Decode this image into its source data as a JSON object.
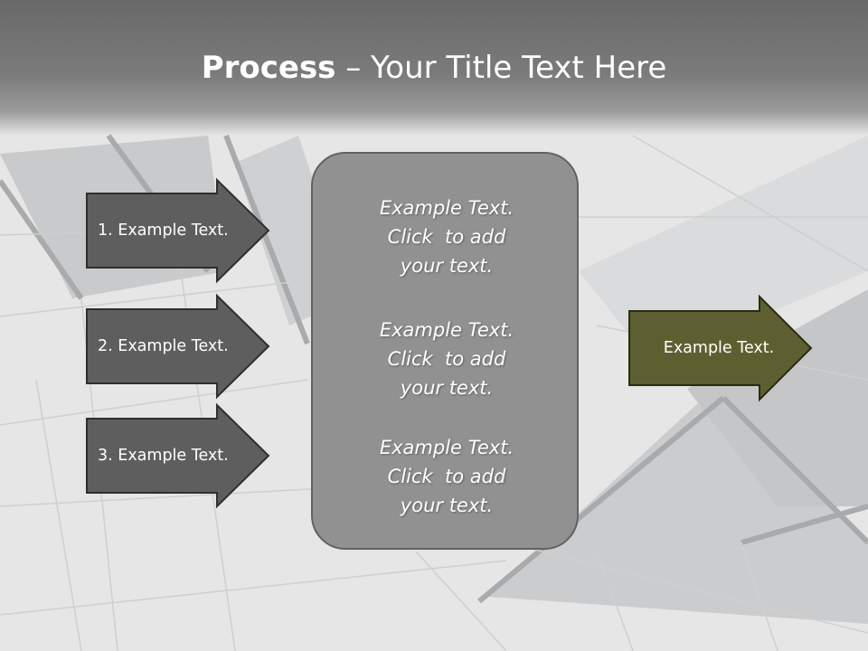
{
  "slide": {
    "title_bold": "Process",
    "title_rest": " – Your Title Text Here"
  },
  "steps": [
    {
      "label": "1. Example Text."
    },
    {
      "label": "2. Example Text."
    },
    {
      "label": "3. Example Text."
    }
  ],
  "center_panel": {
    "blocks": [
      {
        "line1": "Example Text.",
        "line2": "Click  to add",
        "line3": "your text."
      },
      {
        "line1": "Example Text.",
        "line2": "Click  to add",
        "line3": "your text."
      },
      {
        "line1": "Example Text.",
        "line2": "Click  to add",
        "line3": "your text."
      }
    ]
  },
  "result": {
    "label": "Example Text."
  },
  "colors": {
    "step_fill": "#5e5e5e",
    "result_fill": "#5d5f30",
    "panel_fill": "#919191"
  }
}
